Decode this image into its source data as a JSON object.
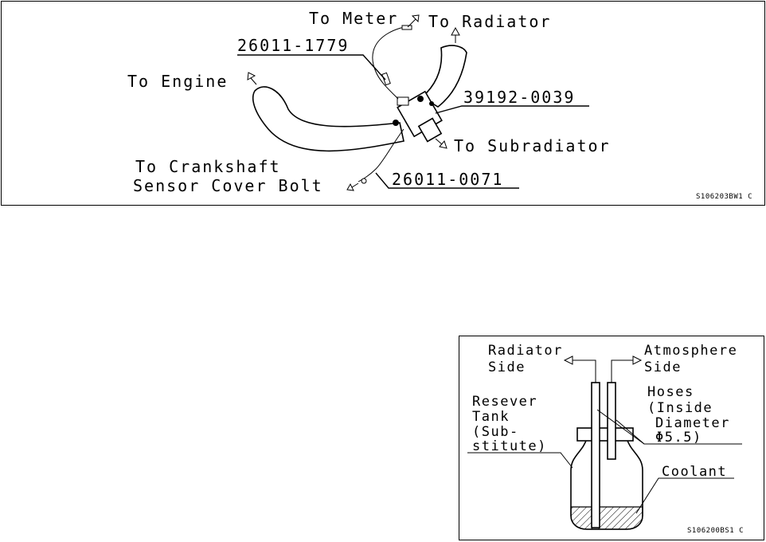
{
  "top_diagram": {
    "labels": {
      "to_meter": "To Meter",
      "to_radiator": "To Radiator",
      "part_1": "26011-1779",
      "to_engine": "To Engine",
      "part_2": "39192-0039",
      "to_subradiator": "To Subradiator",
      "to_crankshaft_line1": "To Crankshaft",
      "to_crankshaft_line2": "Sensor Cover Bolt",
      "part_3": "26011-0071"
    },
    "figure_code": "S106203BW1 C"
  },
  "bottom_diagram": {
    "labels": {
      "radiator_side_line1": "Radiator",
      "radiator_side_line2": "Side",
      "atmosphere_side_line1": "Atmosphere",
      "atmosphere_side_line2": "Side",
      "hoses_line1": "Hoses",
      "hoses_line2": "(Inside",
      "hoses_line3": "Diameter",
      "hoses_line4": "Φ5.5)",
      "tank_line1": "Resever",
      "tank_line2": "Tank",
      "tank_line3": "(Sub-",
      "tank_line4": "stitute)",
      "coolant": "Coolant"
    },
    "figure_code": "S106200BS1 C"
  }
}
